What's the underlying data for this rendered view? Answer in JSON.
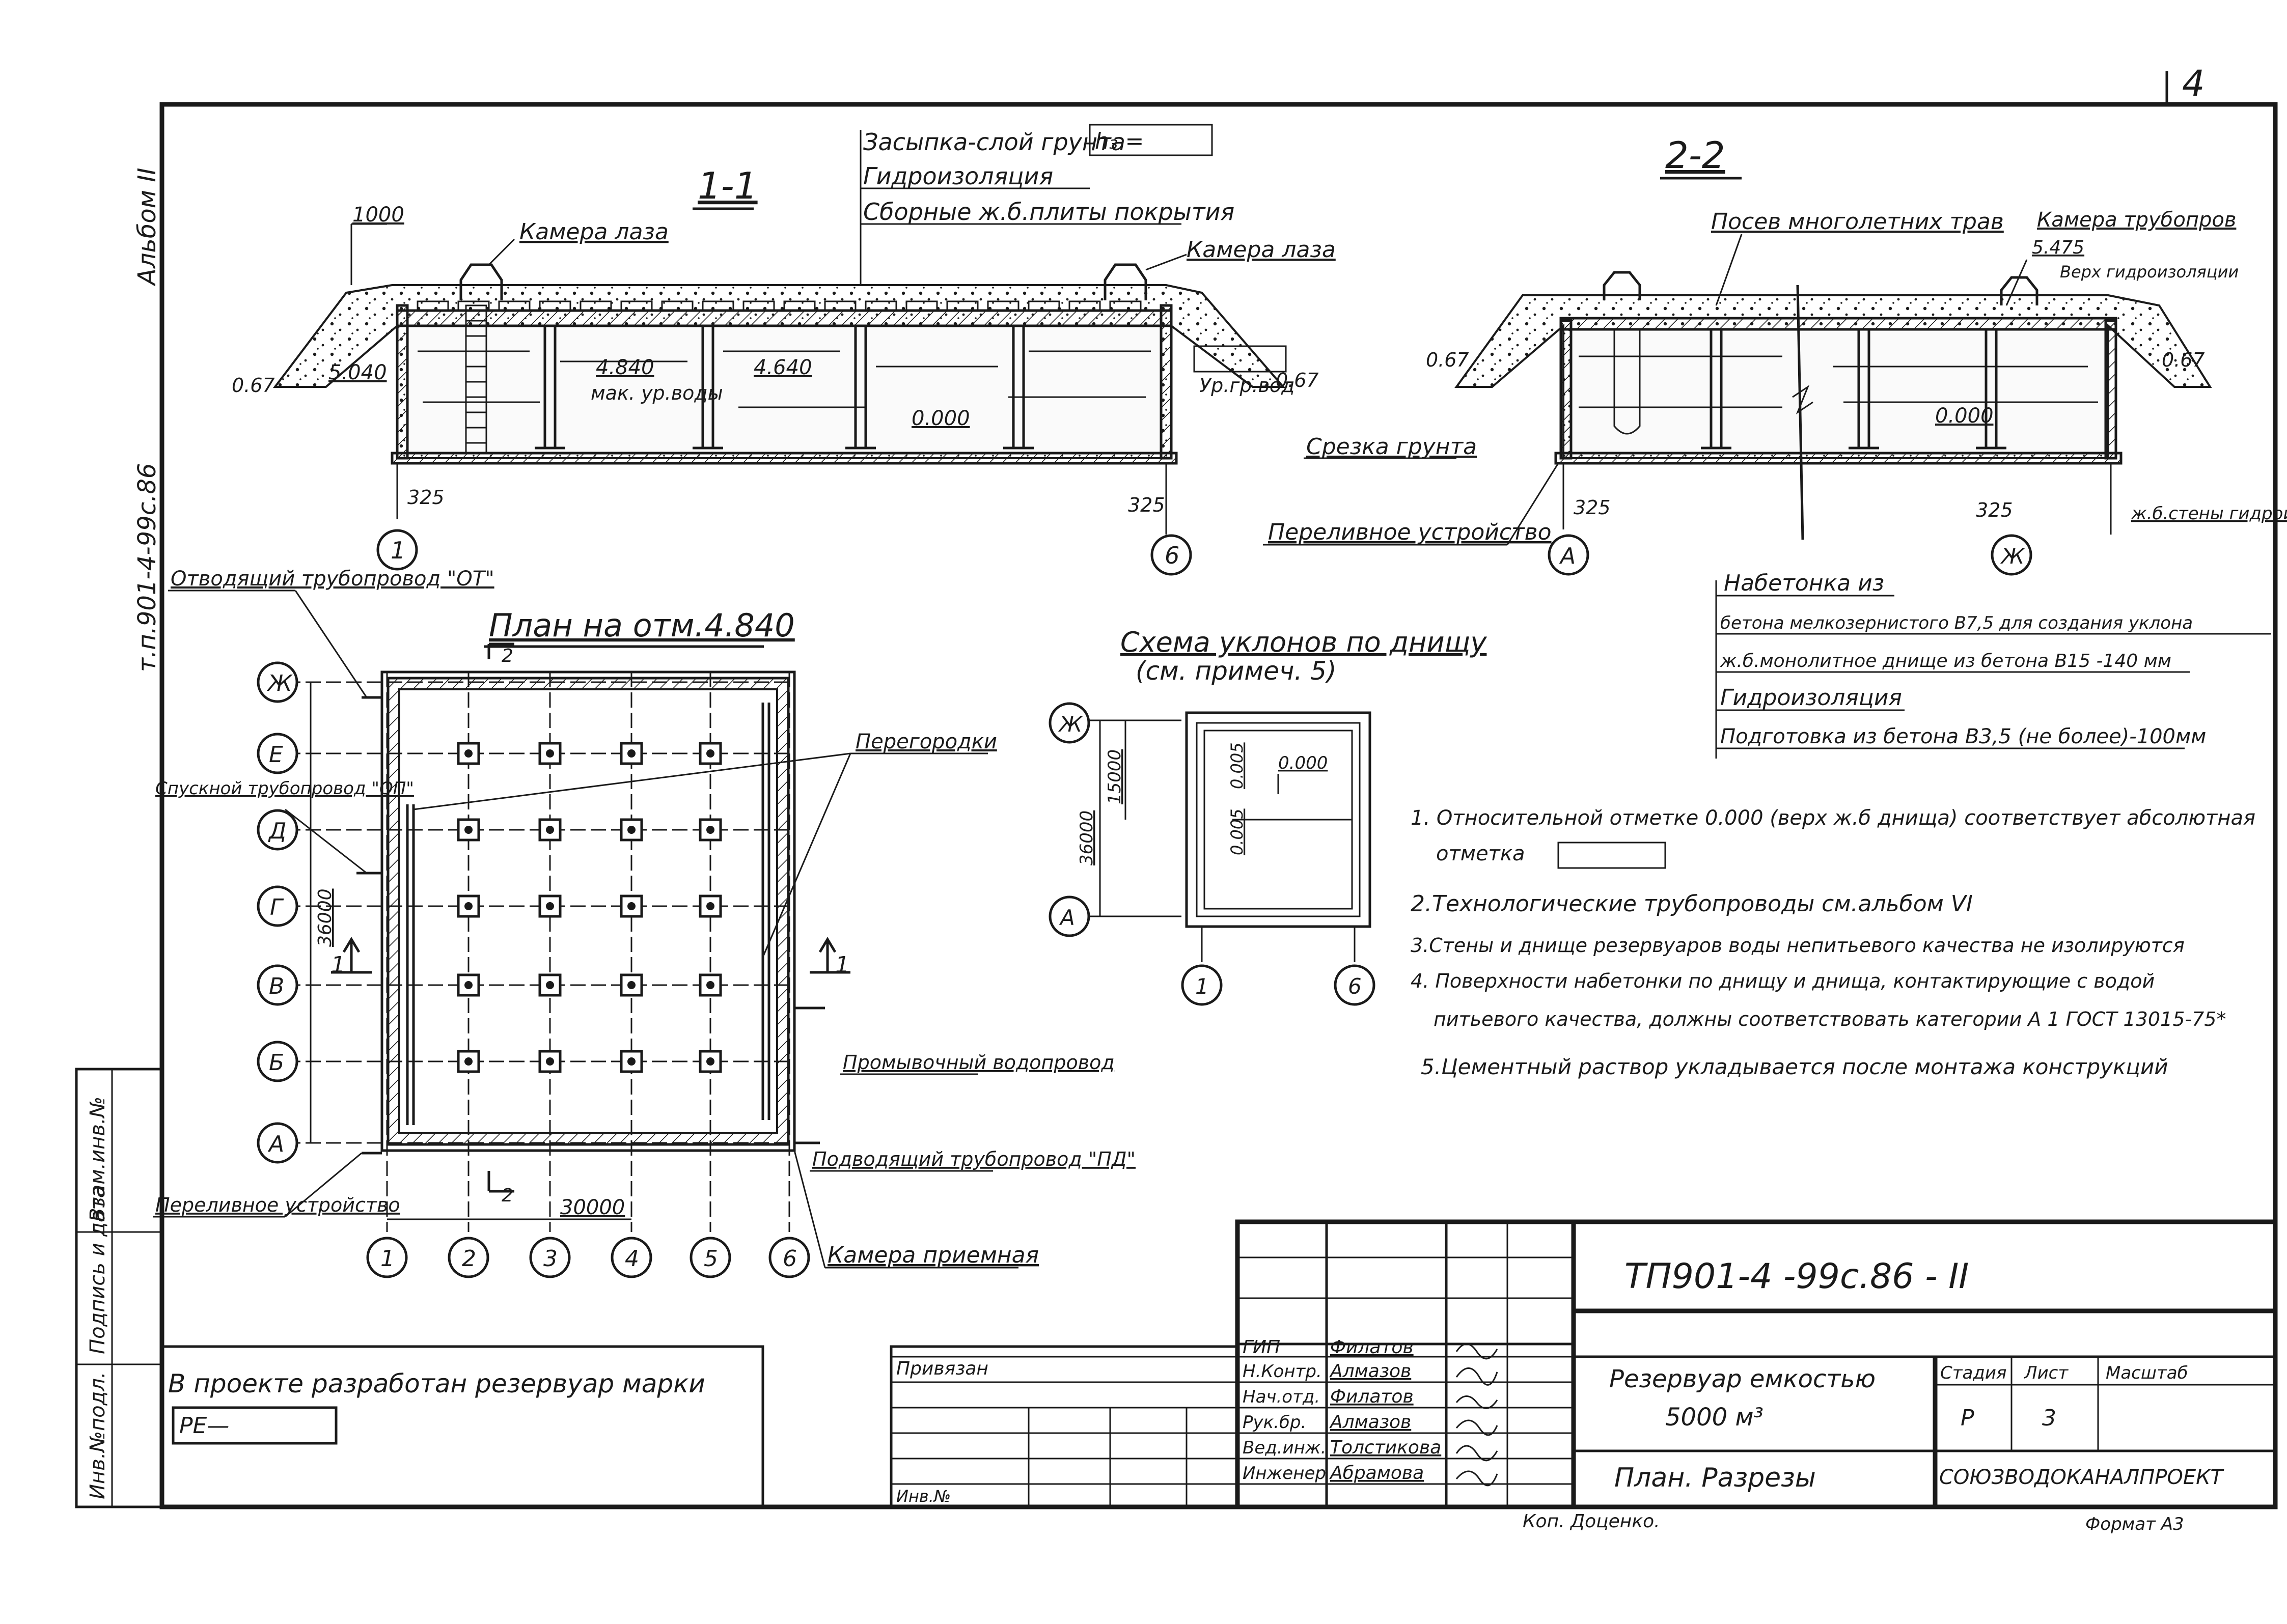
{
  "sheet_number": "4",
  "side_labels": {
    "album": "Альбом II",
    "tp_code": "т.п.901-4-99с.86",
    "stamp_columns": [
      "Инв.№подл.",
      "Подпись и дата",
      "Взам.инв.№"
    ]
  },
  "section_1": {
    "title": "1-1",
    "labels": {
      "backfill": "Засыпка-слой грунта",
      "backfill_box": "h₃ =",
      "waterproofing": "Гидроизоляция",
      "slabs": "Сборные ж.б.плиты покрытия",
      "hatch_left": "Камера лаза",
      "hatch_right": "Камера лаза",
      "max_level": "мак. ур.воды",
      "water_level": "Ур.гр.вод",
      "soil_cut": "Срезка грунта",
      "overflow": "Переливное устройство"
    },
    "dims": [
      "1000",
      "5.040",
      "4.840",
      "4.640",
      "0.000",
      "325",
      "325",
      "0.67",
      "0.67"
    ],
    "axes": [
      "1",
      "6"
    ]
  },
  "section_2": {
    "title": "2-2",
    "labels": {
      "sowing": "Посев многолетних трав",
      "pipe_chamber": "Камера трубопров",
      "top_waterproof": "Верх гидроизоляции",
      "wall_waterproof": "ж.б.стены гидроизоляция"
    },
    "dims": [
      "5.475",
      "0.000",
      "0.67",
      "0.67",
      "325",
      "325"
    ],
    "axes": [
      "А",
      "Ж"
    ]
  },
  "layers": {
    "title": "Набетонка из",
    "items": [
      "бетона мелкозернистого В7,5 для создания уклона",
      "ж.б.монолитное днище из бетона В15 -140 мм",
      "Гидроизоляция",
      "Подготовка из бетона В3,5 (не более)-100мм"
    ]
  },
  "plan": {
    "title": "План на отм.4.840",
    "rows": [
      "Ж",
      "Е",
      "Д",
      "Г",
      "В",
      "Б",
      "А"
    ],
    "cols": [
      "1",
      "2",
      "3",
      "4",
      "5",
      "6"
    ],
    "dims": [
      "30000",
      "36000",
      "2"
    ],
    "section_marks": [
      "1",
      "1"
    ],
    "labels": {
      "outlet": "Отводящий трубопровод \"ОТ\"",
      "drain": "Спускной трубопровод \"ОП\"",
      "partitions": "Перегородки",
      "flushing": "Промывочный водопровод",
      "inlet": "Подводящий трубопровод \"ПД\"",
      "overflow": "Переливное устройство",
      "receiving": "Камера приемная"
    }
  },
  "slope_scheme": {
    "title": "Схема уклонов по днищу",
    "subtitle": "(см. примеч. 5)",
    "rows": [
      "Ж",
      "А"
    ],
    "cols": [
      "1",
      "6"
    ],
    "dims": [
      "15000",
      "36000",
      "0.005",
      "0.005",
      "0.000"
    ]
  },
  "notes": [
    "1. Относительной отметке 0.000 (верх ж.б днища) соответствует абсолютная",
    "отметка",
    "2.Технологические трубопроводы см.альбом VI",
    "3.Стены и днище резервуаров воды непитьевого качества не изолируются",
    "4. Поверхности набетонки по днищу и днища, контактирующие с водой",
    "питьевого качества, должны соответствовать категории А 1 ГОСТ 13015-75*",
    "5.Цементный раствор укладывается после монтажа конструкций"
  ],
  "project_box": {
    "text": "В проекте разработан резервуар марки",
    "field": "РЕ—"
  },
  "title_block": {
    "code": "ТП901-4 -99с.86 - II",
    "staff": [
      {
        "role": "ГИП",
        "name": "Филатов"
      },
      {
        "role": "Н.Контр.",
        "name": "Алмазов"
      },
      {
        "role": "Нач.отд.",
        "name": "Филатов"
      },
      {
        "role": "Рук.бр.",
        "name": "Алмазов"
      },
      {
        "role": "Вед.инж.",
        "name": "Толстикова"
      },
      {
        "role": "Инженер",
        "name": "Абрамова"
      }
    ],
    "privyazan": "Привязан",
    "inv": "Инв.№",
    "description_1": "Резервуар емкостью",
    "description_2": "5000 м³",
    "description_3": "План. Разрезы",
    "stage_label": "Стадия",
    "sheet_label": "Лист",
    "scale_label": "Масштаб",
    "stage": "Р",
    "sheet": "3",
    "organization": "СОЮЗВОДОКАНАЛПРОЕКТ"
  },
  "footer": {
    "copy": "Коп. Доценко.",
    "format": "Формат А3"
  }
}
